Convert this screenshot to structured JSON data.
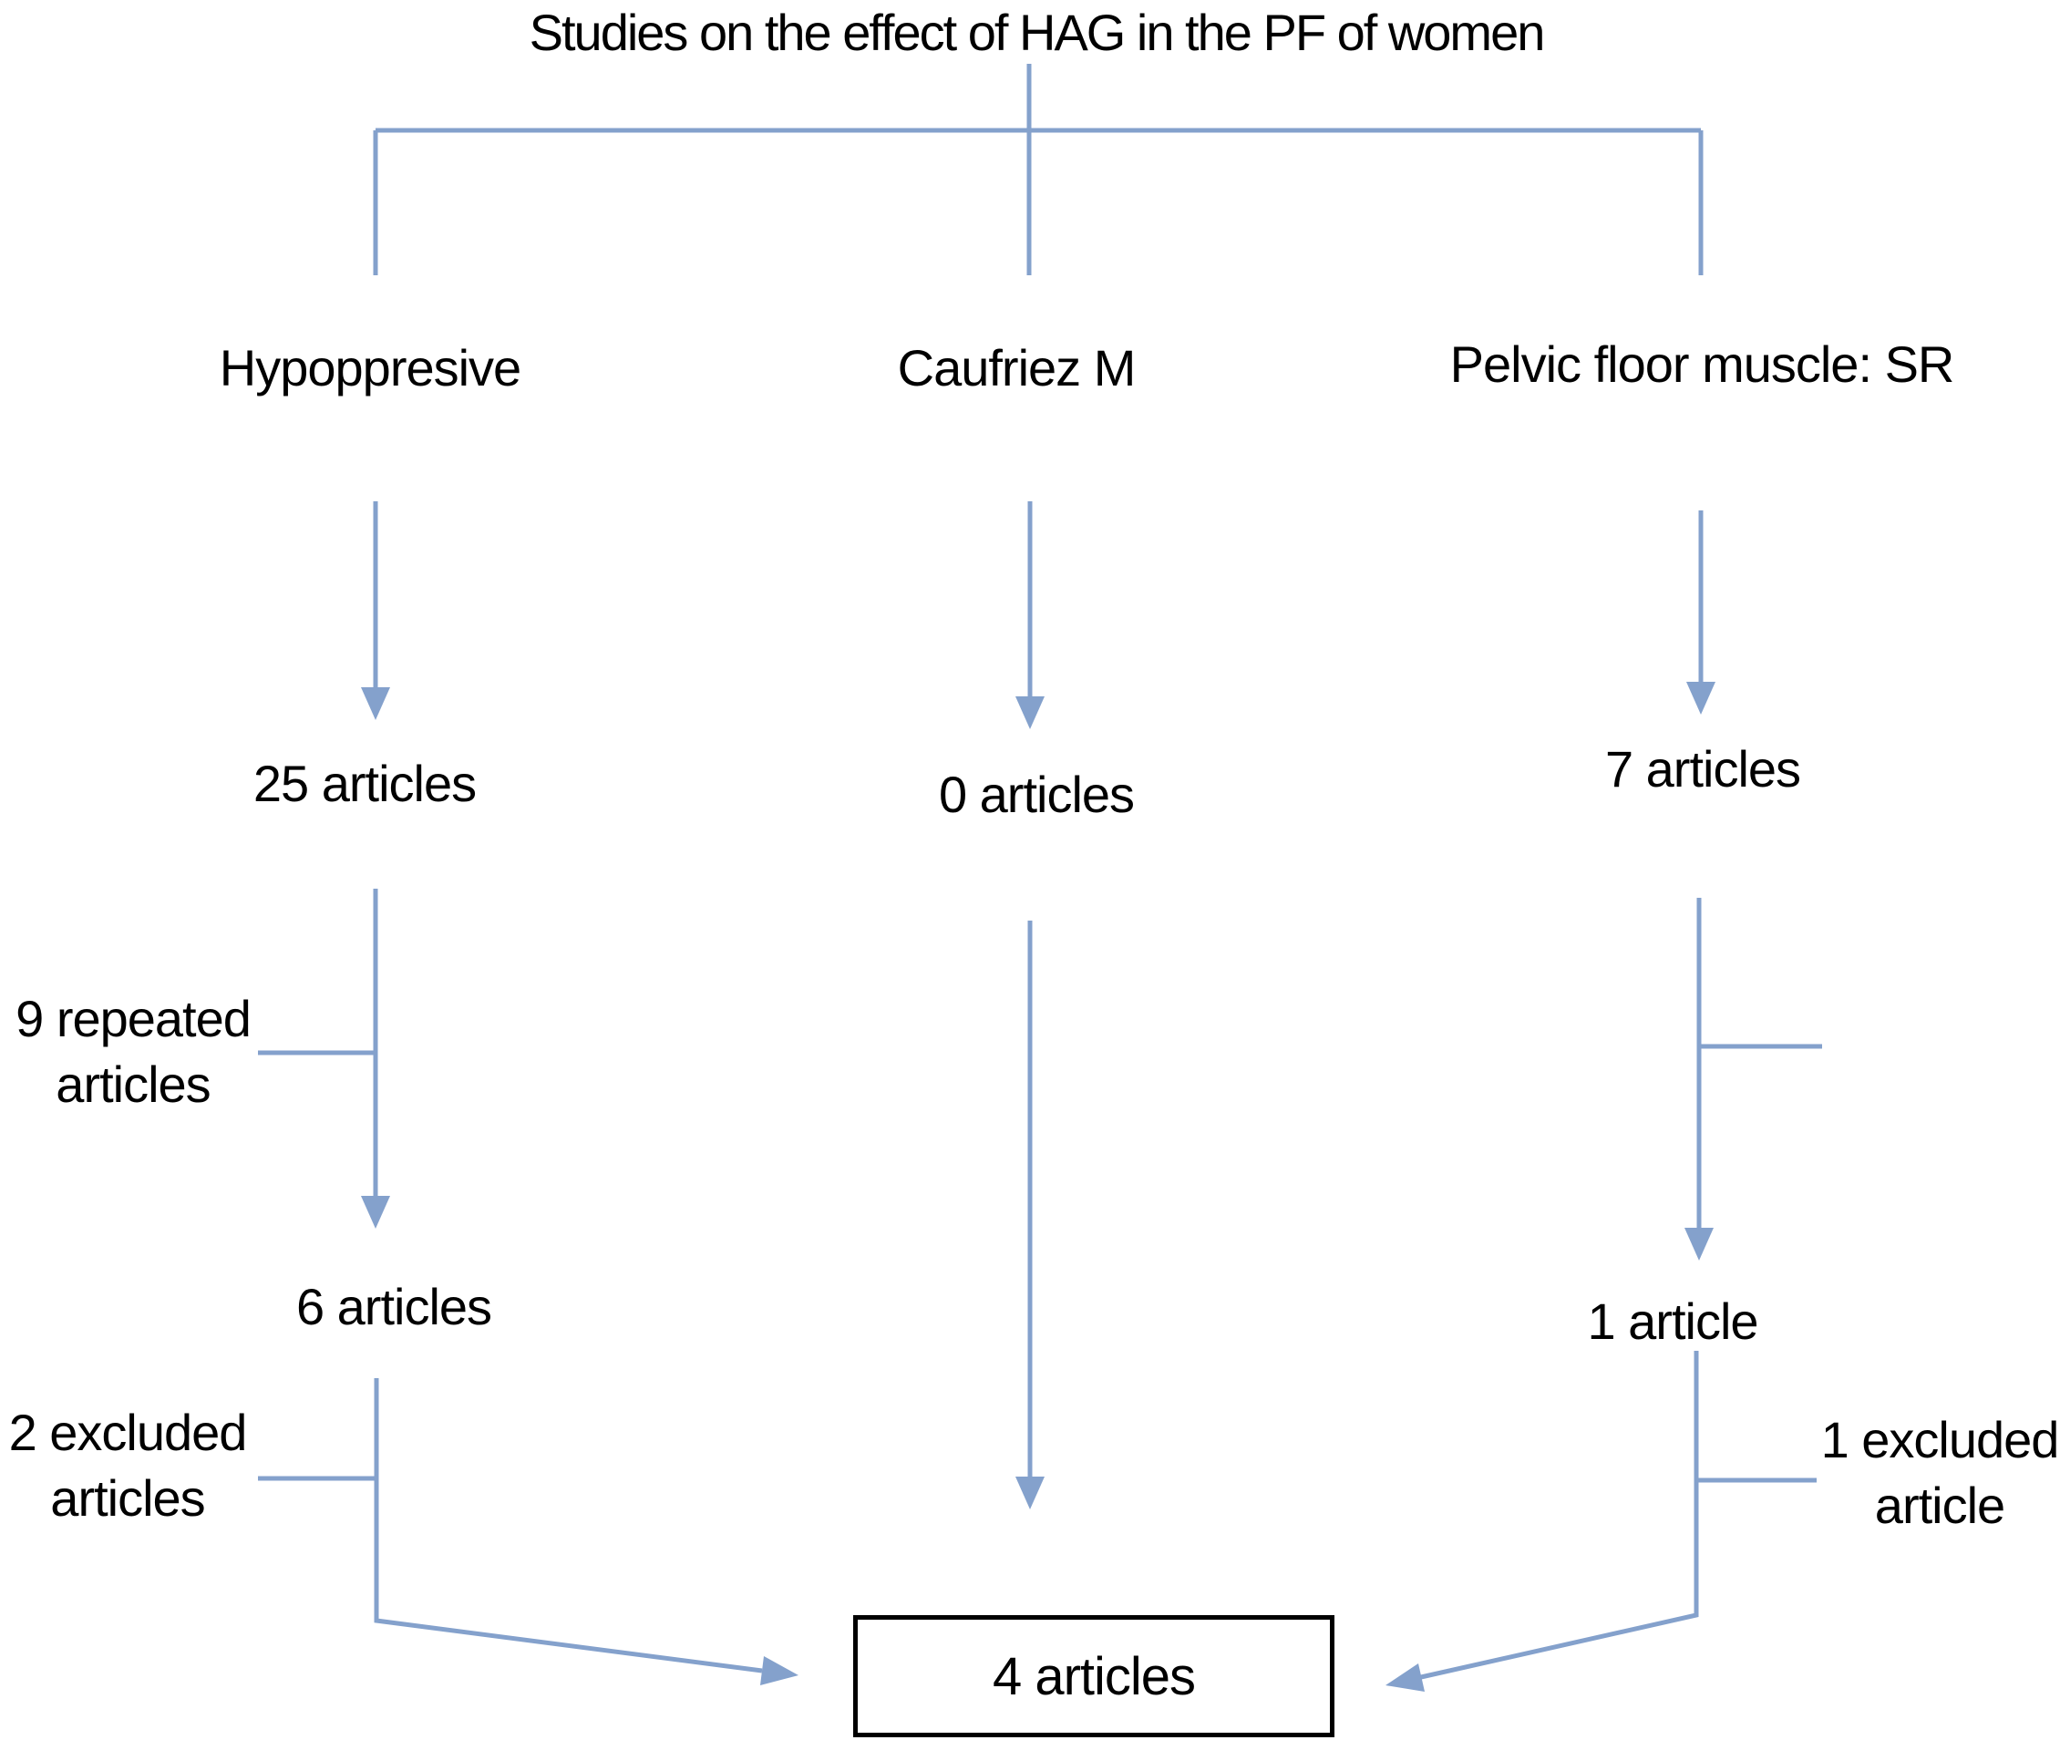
{
  "diagram": {
    "title": "Studies on the effect of HAG in the PF of women",
    "columns": [
      {
        "label": "Hypoppresive",
        "count": "25 articles"
      },
      {
        "label": "Caufriez M",
        "count": "0 articles"
      },
      {
        "label": "Pelvic floor muscle: SR",
        "count": "7 articles"
      }
    ],
    "left_branch": {
      "removed": "9 repeated articles",
      "remaining": "6 articles",
      "excluded": "2 excluded articles"
    },
    "right_branch": {
      "remaining": "1 article",
      "excluded": "1 excluded article"
    },
    "final_label": "4 articles",
    "colors": {
      "connector": "#84a1cc",
      "box_border": "#000000",
      "text": "#000000",
      "background": "#ffffff"
    }
  }
}
